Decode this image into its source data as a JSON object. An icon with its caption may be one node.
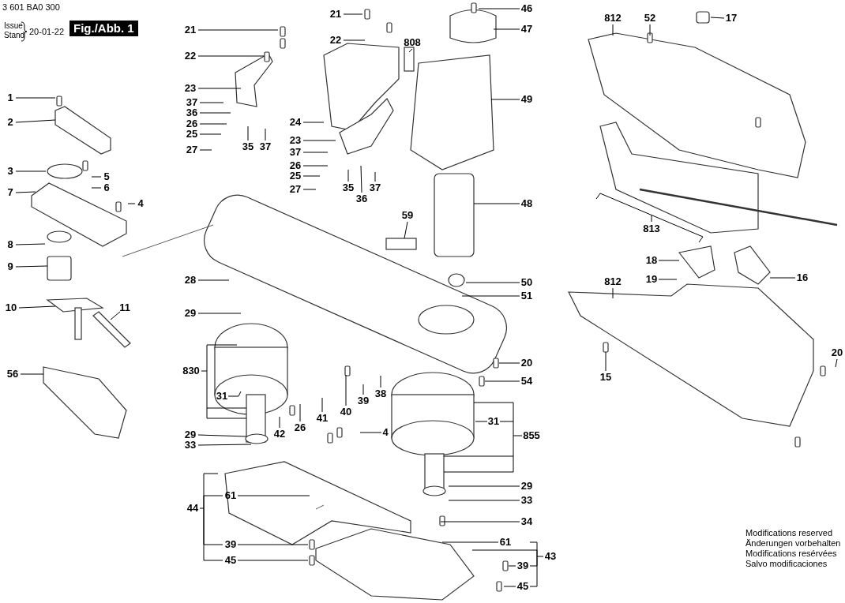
{
  "diagram": {
    "nodes": [
      {
        "text": [
          "1"
        ]
      },
      {
        "text": [
          "2"
        ]
      },
      {
        "text": [
          "3"
        ]
      },
      {
        "text": [
          "5"
        ]
      },
      {
        "text": [
          "6"
        ]
      },
      {
        "text": [
          "7"
        ]
      },
      {
        "text": [
          "4"
        ]
      },
      {
        "text": [
          "8"
        ]
      },
      {
        "text": [
          "9"
        ]
      },
      {
        "text": [
          "10"
        ]
      },
      {
        "text": [
          "11"
        ]
      },
      {
        "text": [
          "56"
        ]
      },
      {
        "text": [
          "21"
        ]
      },
      {
        "text": [
          "22"
        ]
      },
      {
        "text": [
          "23"
        ]
      },
      {
        "text": [
          "37"
        ]
      },
      {
        "text": [
          "36"
        ]
      },
      {
        "text": [
          "26"
        ]
      },
      {
        "text": [
          "25"
        ]
      },
      {
        "text": [
          "35"
        ]
      },
      {
        "text": [
          "37"
        ]
      },
      {
        "text": [
          "27"
        ]
      },
      {
        "text": [
          "21"
        ]
      },
      {
        "text": [
          "22"
        ]
      },
      {
        "text": [
          "24"
        ]
      },
      {
        "text": [
          "23"
        ]
      },
      {
        "text": [
          "37"
        ]
      },
      {
        "text": [
          "26"
        ]
      },
      {
        "text": [
          "25"
        ]
      },
      {
        "text": [
          "35"
        ]
      },
      {
        "text": [
          "37"
        ]
      },
      {
        "text": [
          "36"
        ]
      },
      {
        "text": [
          "27"
        ]
      },
      {
        "text": [
          "808"
        ]
      },
      {
        "text": [
          "46"
        ]
      },
      {
        "text": [
          "47"
        ]
      },
      {
        "text": [
          "49"
        ]
      },
      {
        "text": [
          "48"
        ]
      },
      {
        "text": [
          "59"
        ]
      },
      {
        "text": [
          "28"
        ]
      },
      {
        "text": [
          "50"
        ]
      },
      {
        "text": [
          "51"
        ]
      },
      {
        "text": [
          "29"
        ]
      },
      {
        "text": [
          "830"
        ]
      },
      {
        "text": [
          "31"
        ]
      },
      {
        "text": [
          "40"
        ]
      },
      {
        "text": [
          "39"
        ]
      },
      {
        "text": [
          "38"
        ]
      },
      {
        "text": [
          "41"
        ]
      },
      {
        "text": [
          "26"
        ]
      },
      {
        "text": [
          "42"
        ]
      },
      {
        "text": [
          "4"
        ]
      },
      {
        "text": [
          "29"
        ]
      },
      {
        "text": [
          "33"
        ]
      },
      {
        "text": [
          "20"
        ]
      },
      {
        "text": [
          "54"
        ]
      },
      {
        "text": [
          "31"
        ]
      },
      {
        "text": [
          "855"
        ]
      },
      {
        "text": [
          "44"
        ]
      },
      {
        "text": [
          "61"
        ]
      },
      {
        "text": [
          "39"
        ]
      },
      {
        "text": [
          "45"
        ]
      },
      {
        "text": [
          "29"
        ]
      },
      {
        "text": [
          "33"
        ]
      },
      {
        "text": [
          "34"
        ]
      },
      {
        "text": [
          "61"
        ]
      },
      {
        "text": [
          "43"
        ]
      },
      {
        "text": [
          "39"
        ]
      },
      {
        "text": [
          "45"
        ]
      },
      {
        "text": [
          "812"
        ]
      },
      {
        "text": [
          "52"
        ]
      },
      {
        "text": [
          "17"
        ]
      },
      {
        "text": [
          "813"
        ]
      },
      {
        "text": [
          "18"
        ]
      },
      {
        "text": [
          "16"
        ]
      },
      {
        "text": [
          "812"
        ]
      },
      {
        "text": [
          "19"
        ]
      },
      {
        "text": [
          "15"
        ]
      },
      {
        "text": [
          "20"
        ]
      }
    ],
    "edges": [
      {
        "from": 0,
        "to": null,
        "arrow": "none"
      },
      {
        "from": 1,
        "to": null,
        "arrow": "none"
      },
      {
        "from": 2,
        "to": null,
        "arrow": "none"
      },
      {
        "from": 3,
        "to": null,
        "arrow": "none"
      },
      {
        "from": 4,
        "to": null,
        "arrow": "none"
      },
      {
        "from": 5,
        "to": null,
        "arrow": "none"
      },
      {
        "from": 6,
        "to": null,
        "arrow": "none"
      },
      {
        "from": 7,
        "to": null,
        "arrow": "none"
      },
      {
        "from": 8,
        "to": null,
        "arrow": "none"
      },
      {
        "from": 9,
        "to": null,
        "arrow": "none"
      },
      {
        "from": 10,
        "to": null,
        "arrow": "none"
      },
      {
        "from": 11,
        "to": null,
        "arrow": "none"
      },
      {
        "from": 12,
        "to": null,
        "arrow": "none"
      },
      {
        "from": 13,
        "to": null,
        "arrow": "none"
      },
      {
        "from": 14,
        "to": null,
        "arrow": "none"
      },
      {
        "from": 15,
        "to": null,
        "arrow": "none"
      },
      {
        "from": 16,
        "to": null,
        "arrow": "none"
      },
      {
        "from": 17,
        "to": null,
        "arrow": "none"
      },
      {
        "from": 18,
        "to": null,
        "arrow": "none"
      },
      {
        "from": 19,
        "to": null,
        "arrow": "none"
      },
      {
        "from": 20,
        "to": null,
        "arrow": "none"
      },
      {
        "from": 21,
        "to": null,
        "arrow": "none"
      },
      {
        "from": 22,
        "to": null,
        "arrow": "none"
      },
      {
        "from": 23,
        "to": null,
        "arrow": "none"
      },
      {
        "from": 24,
        "to": null,
        "arrow": "none"
      },
      {
        "from": 25,
        "to": null,
        "arrow": "none"
      },
      {
        "from": 26,
        "to": null,
        "arrow": "none"
      },
      {
        "from": 27,
        "to": null,
        "arrow": "none"
      },
      {
        "from": 28,
        "to": null,
        "arrow": "none"
      },
      {
        "from": 29,
        "to": null,
        "arrow": "none"
      },
      {
        "from": 30,
        "to": null,
        "arrow": "none"
      },
      {
        "from": 31,
        "to": null,
        "arrow": "none"
      },
      {
        "from": 32,
        "to": null,
        "arrow": "none"
      },
      {
        "from": 33,
        "to": null,
        "arrow": "none"
      },
      {
        "from": 34,
        "to": null,
        "arrow": "none"
      },
      {
        "from": 35,
        "to": null,
        "arrow": "none"
      },
      {
        "from": 36,
        "to": null,
        "arrow": "none"
      },
      {
        "from": 37,
        "to": null,
        "arrow": "none"
      },
      {
        "from": 38,
        "to": null,
        "arrow": "none"
      },
      {
        "from": 39,
        "to": null,
        "arrow": "none"
      },
      {
        "from": 40,
        "to": null,
        "arrow": "none"
      },
      {
        "from": 41,
        "to": null,
        "arrow": "none"
      },
      {
        "from": 42,
        "to": null,
        "arrow": "none"
      },
      {
        "from": 43,
        "to": null,
        "arrow": "none"
      },
      {
        "from": 44,
        "to": null,
        "arrow": "none"
      },
      {
        "from": 45,
        "to": null,
        "arrow": "none"
      },
      {
        "from": 46,
        "to": null,
        "arrow": "none"
      },
      {
        "from": 47,
        "to": null,
        "arrow": "none"
      },
      {
        "from": 48,
        "to": null,
        "arrow": "none"
      },
      {
        "from": 49,
        "to": null,
        "arrow": "none"
      },
      {
        "from": 50,
        "to": null,
        "arrow": "none"
      },
      {
        "from": 51,
        "to": null,
        "arrow": "none"
      },
      {
        "from": 52,
        "to": null,
        "arrow": "none"
      },
      {
        "from": 53,
        "to": null,
        "arrow": "none"
      },
      {
        "from": 54,
        "to": null,
        "arrow": "none"
      },
      {
        "from": 55,
        "to": null,
        "arrow": "none"
      },
      {
        "from": 56,
        "to": null,
        "arrow": "none"
      },
      {
        "from": 57,
        "to": null,
        "arrow": "none"
      },
      {
        "from": 58,
        "to": null,
        "arrow": "none"
      },
      {
        "from": 58,
        "to": 59,
        "arrow": "none"
      },
      {
        "from": 58,
        "to": 60,
        "arrow": "none"
      },
      {
        "from": 58,
        "to": 61,
        "arrow": "none"
      },
      {
        "from": 59,
        "to": null,
        "arrow": "none"
      },
      {
        "from": 60,
        "to": null,
        "arrow": "none"
      },
      {
        "from": 61,
        "to": null,
        "arrow": "none"
      },
      {
        "from": 62,
        "to": null,
        "arrow": "none"
      },
      {
        "from": 63,
        "to": null,
        "arrow": "none"
      },
      {
        "from": 64,
        "to": null,
        "arrow": "none"
      },
      {
        "from": 65,
        "to": null,
        "arrow": "none"
      },
      {
        "from": 66,
        "to": null,
        "arrow": "none"
      },
      {
        "from": 66,
        "to": 65,
        "arrow": "none"
      },
      {
        "from": 66,
        "to": 67,
        "arrow": "none"
      },
      {
        "from": 66,
        "to": 68,
        "arrow": "none"
      },
      {
        "from": 67,
        "to": null,
        "arrow": "none"
      },
      {
        "from": 68,
        "to": null,
        "arrow": "none"
      },
      {
        "from": 69,
        "to": null,
        "arrow": "none"
      },
      {
        "from": 70,
        "to": null,
        "arrow": "none"
      },
      {
        "from": 71,
        "to": null,
        "arrow": "none"
      },
      {
        "from": 72,
        "to": null,
        "arrow": "none"
      },
      {
        "from": 73,
        "to": null,
        "arrow": "none"
      },
      {
        "from": 74,
        "to": null,
        "arrow": "none"
      },
      {
        "from": 75,
        "to": null,
        "arrow": "none"
      },
      {
        "from": 76,
        "to": null,
        "arrow": "none"
      },
      {
        "from": 77,
        "to": null,
        "arrow": "none"
      },
      {
        "from": 78,
        "to": null,
        "arrow": "none"
      }
    ],
    "labels": [
      "3 601 BA0 300",
      "Issue",
      "Stand",
      "20-01-22",
      "Fig./Abb. 1",
      "Modifications reserved",
      "Änderungen vorbehalten",
      "Modifications resérvées",
      "Salvo modificaciones"
    ]
  }
}
